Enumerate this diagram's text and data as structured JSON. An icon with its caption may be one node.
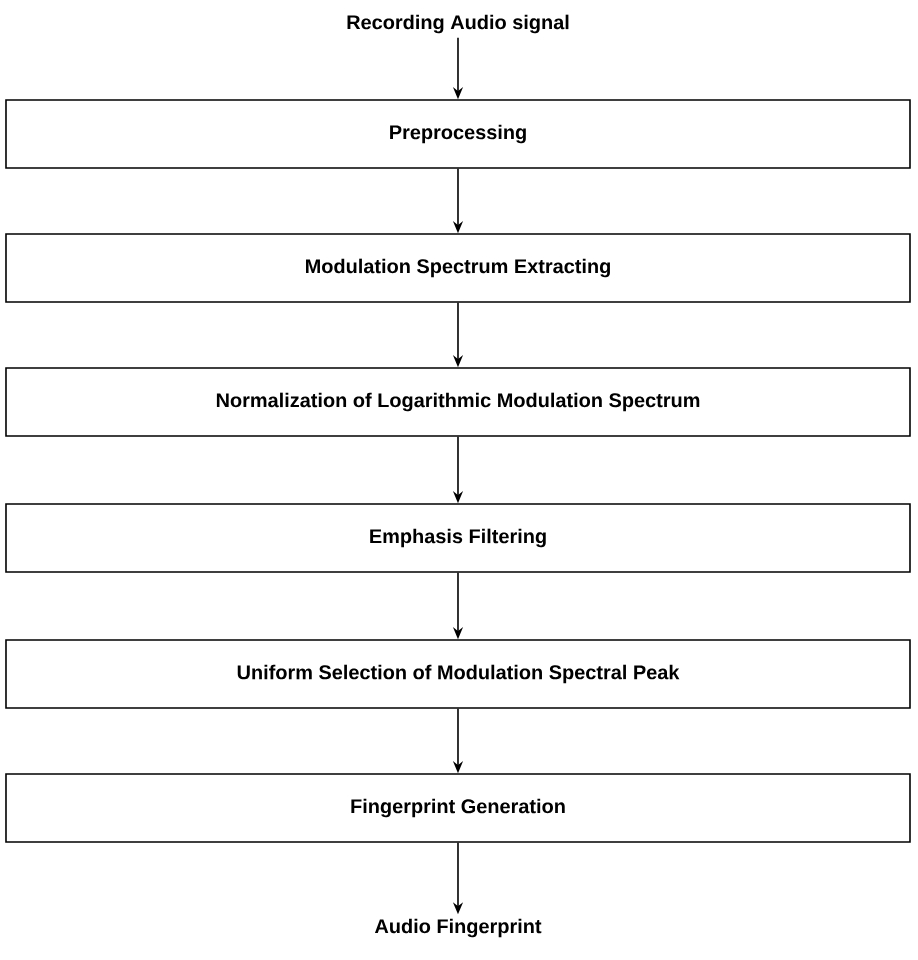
{
  "diagram": {
    "nodes": [
      {
        "text": [
          "Recording Audio signal"
        ]
      },
      {
        "text": [
          "Preprocessing"
        ]
      },
      {
        "text": [
          "Modulation Spectrum Extracting"
        ]
      },
      {
        "text": [
          "Normalization of Logarithmic Modulation Spectrum"
        ]
      },
      {
        "text": [
          "Emphasis Filtering"
        ]
      },
      {
        "text": [
          "Uniform Selection of Modulation Spectral Peak"
        ]
      },
      {
        "text": [
          "Fingerprint Generation"
        ]
      },
      {
        "text": [
          "Audio Fingerprint"
        ]
      }
    ],
    "edges": [
      {
        "from": 0,
        "to": 1,
        "arrow": "to"
      },
      {
        "from": 1,
        "to": 2,
        "arrow": "to"
      },
      {
        "from": 2,
        "to": 3,
        "arrow": "to"
      },
      {
        "from": 3,
        "to": 4,
        "arrow": "to"
      },
      {
        "from": 4,
        "to": 5,
        "arrow": "to"
      },
      {
        "from": 5,
        "to": 6,
        "arrow": "to"
      },
      {
        "from": 6,
        "to": 7,
        "arrow": "to"
      }
    ]
  }
}
